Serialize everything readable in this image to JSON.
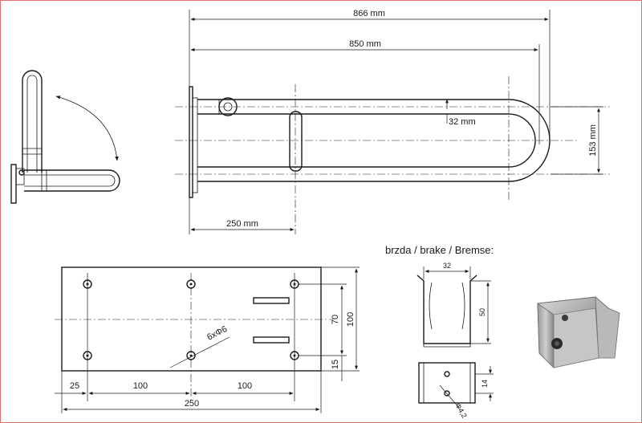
{
  "top_view": {
    "overall_length": "866 mm",
    "bar_length": "850 mm",
    "tube_diameter": "32 mm",
    "height": "153 mm",
    "support_offset": "250 mm"
  },
  "brake": {
    "title": "brzda / brake / Bremse:",
    "width": "32",
    "height": "50",
    "slot": "14",
    "hole": "Φ4,2"
  },
  "plate": {
    "holes": "6xΦ6",
    "width_total": "250",
    "offset_left": "25",
    "spacing_1": "100",
    "spacing_2": "100",
    "height_total": "100",
    "hole_spacing": "70",
    "edge_offset": "15"
  }
}
